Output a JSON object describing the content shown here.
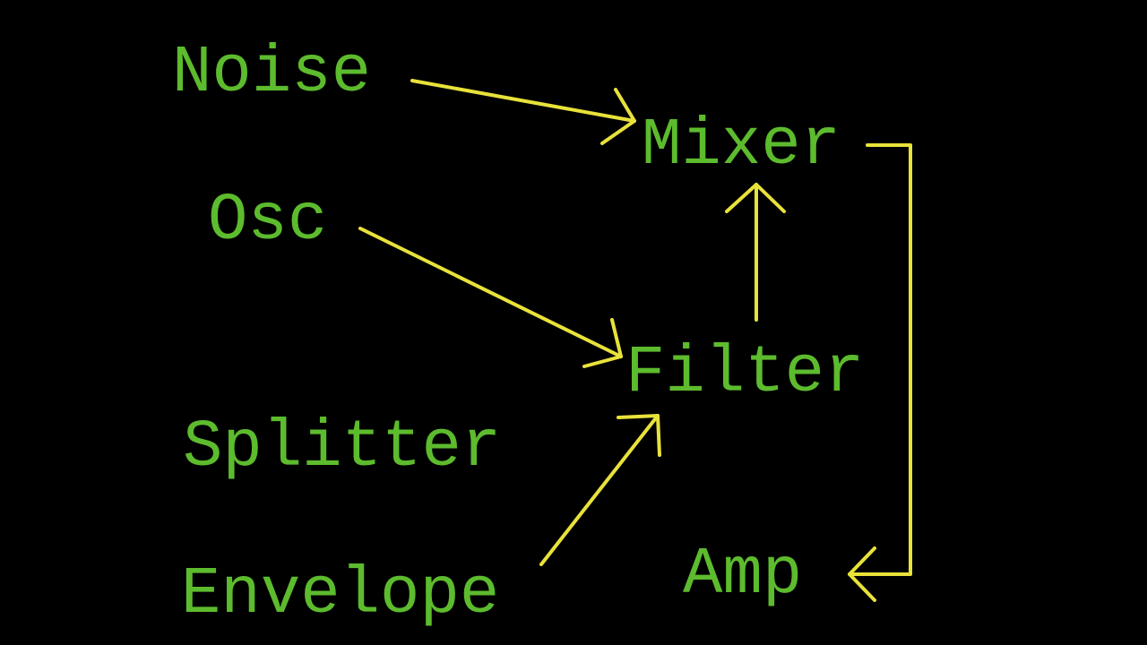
{
  "diagram": {
    "background_color": "#000000",
    "label_color": "#5dbb2e",
    "arrow_color": "#e8e23a",
    "nodes": {
      "noise": "Noise",
      "mixer": "Mixer",
      "osc": "Osc",
      "filter": "Filter",
      "splitter": "Splitter",
      "envelope": "Envelope",
      "amp": "Amp"
    },
    "edges": [
      {
        "from": "Noise",
        "to": "Mixer"
      },
      {
        "from": "Osc",
        "to": "Filter"
      },
      {
        "from": "Envelope",
        "to": "Filter"
      },
      {
        "from": "Filter",
        "to": "Mixer"
      },
      {
        "from": "Mixer",
        "to": "Amp"
      }
    ]
  }
}
